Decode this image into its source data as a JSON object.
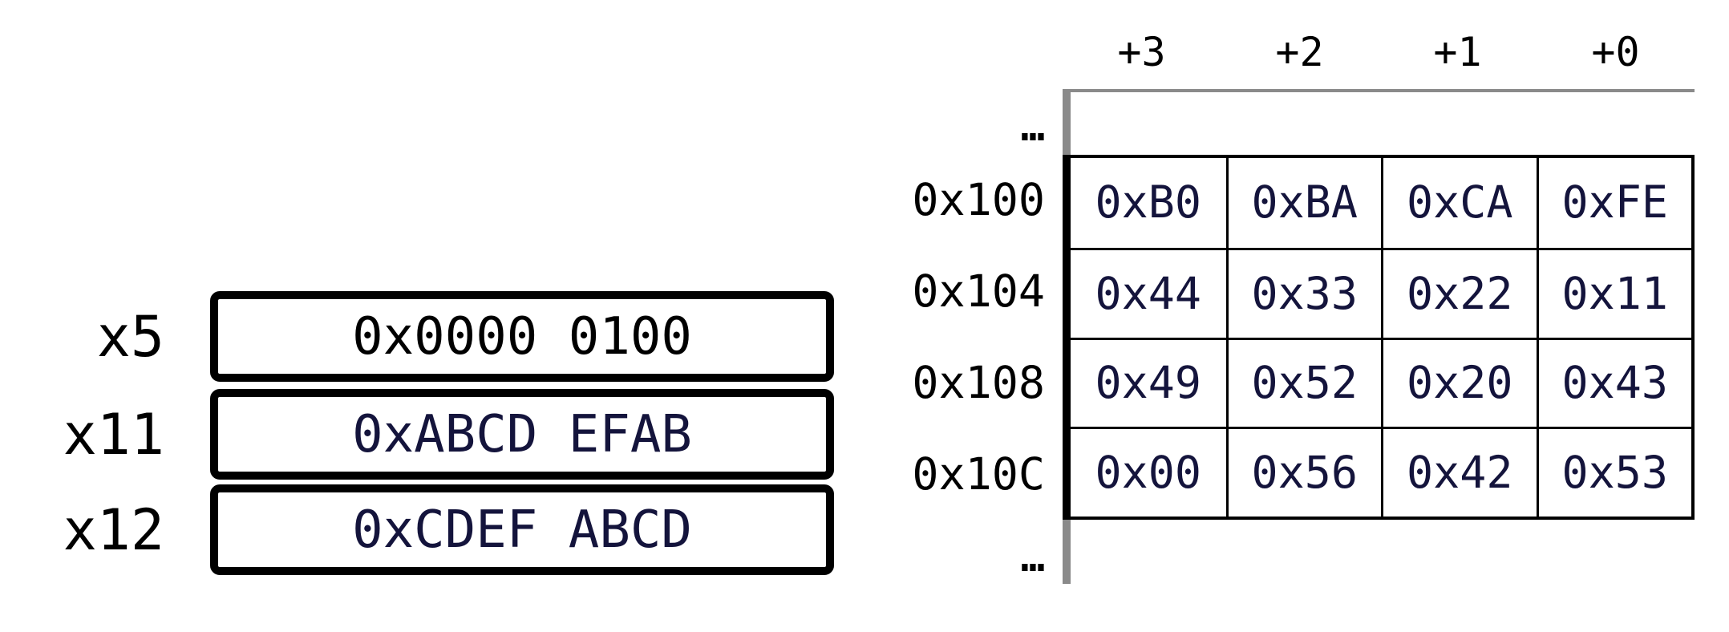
{
  "colors": {
    "navy_value_text": "#14143c",
    "black_text": "#000000",
    "gray_line": "#8a8a8a"
  },
  "registers": {
    "items": [
      {
        "name": "x5",
        "value": "0x0000 0100",
        "value_color": "#000000"
      },
      {
        "name": "x11",
        "value": "0xABCD EFAB",
        "value_color": "#14143c"
      },
      {
        "name": "x12",
        "value": "0xCDEF ABCD",
        "value_color": "#14143c"
      }
    ]
  },
  "memory": {
    "byte_offset_headers": [
      "+3",
      "+2",
      "+1",
      "+0"
    ],
    "ellipsis_top": "…",
    "ellipsis_bottom": "…",
    "rows": [
      {
        "address": "0x100",
        "bytes": [
          "0xB0",
          "0xBA",
          "0xCA",
          "0xFE"
        ]
      },
      {
        "address": "0x104",
        "bytes": [
          "0x44",
          "0x33",
          "0x22",
          "0x11"
        ]
      },
      {
        "address": "0x108",
        "bytes": [
          "0x49",
          "0x52",
          "0x20",
          "0x43"
        ]
      },
      {
        "address": "0x10C",
        "bytes": [
          "0x00",
          "0x56",
          "0x42",
          "0x53"
        ]
      }
    ]
  }
}
